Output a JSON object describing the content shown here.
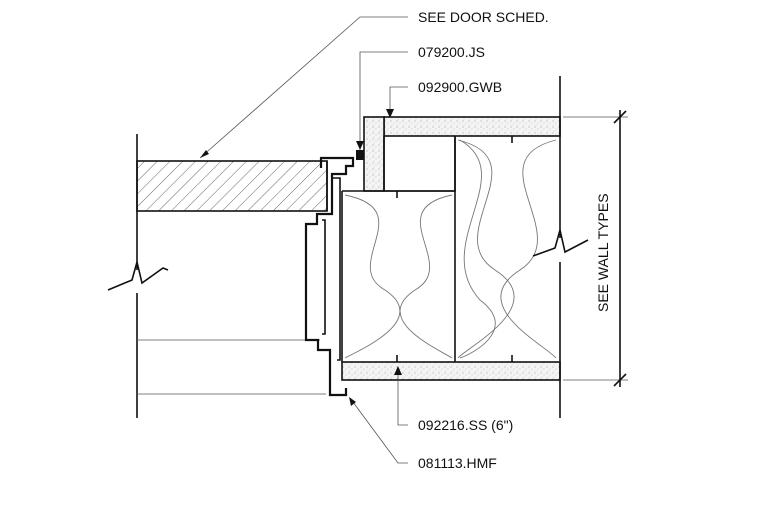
{
  "labels": {
    "door_schedule": "SEE DOOR SCHED.",
    "joint_sealant": "079200.JS",
    "gypsum_board": "092900.GWB",
    "steel_studs": "092216.SS (6\")",
    "hollow_metal_frame": "081113.HMF",
    "wall_types": "SEE WALL TYPES"
  },
  "colors": {
    "linework": "#111111",
    "gwb_fill": "#f2f2f2",
    "insulation": "#777777"
  }
}
